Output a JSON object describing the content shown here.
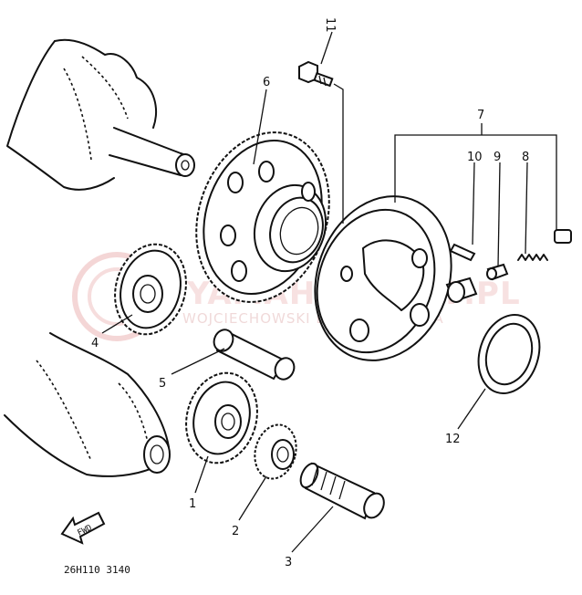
{
  "callouts": {
    "n1": "1",
    "n2": "2",
    "n3": "3",
    "n4": "4",
    "n5": "5",
    "n6": "6",
    "n7": "7",
    "n8": "8",
    "n9": "9",
    "n10": "10",
    "n11": "11",
    "n12": "12"
  },
  "front_arrow_label": "FWD",
  "diagram_code": "26H110 3140",
  "watermark": {
    "line1": "YAMAHA-SKLEP.PL",
    "line2": "WOJCIECHOWSKI DEALER YAMAHA"
  },
  "colors": {
    "ink": "#111111",
    "watermark": "#dd8080"
  }
}
